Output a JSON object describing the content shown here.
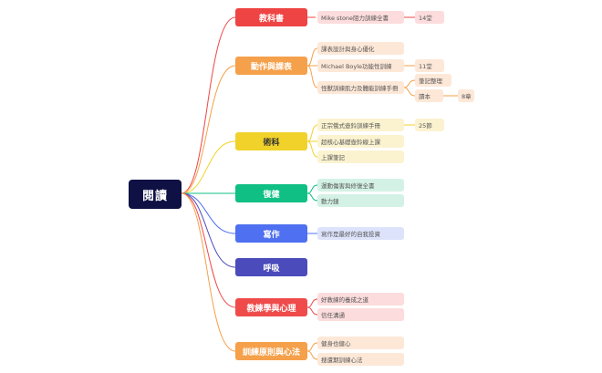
{
  "colors": {
    "root_bg": "#0f1144",
    "textbooks": "#ef4444",
    "movement": "#f5a04a",
    "technique": "#f0d22a",
    "recovery": "#10bf84",
    "writing": "#4f70f0",
    "breathing": "#4b4bbb",
    "coaching": "#ef4b4b",
    "principles": "#f5a04a"
  },
  "root": {
    "label": "閱讀"
  },
  "branches": {
    "textbooks": {
      "label": "教科書",
      "items": [
        {
          "label": "Mike stone阻力訓練全書",
          "sub": "14堂"
        }
      ]
    },
    "movement": {
      "label": "動作與課表",
      "items": [
        {
          "label": "課表設計與身心優化"
        },
        {
          "label": "Michael Boyle功能性訓練",
          "sub": "11堂"
        },
        {
          "label": "怪獸訓練肌力及體能訓練手冊",
          "sub1": "筆記整理",
          "sub2": "讀本",
          "sub2_child": "8章"
        }
      ]
    },
    "technique": {
      "label": "術科",
      "items": [
        {
          "label": "正宗俄式壺鈴訓練手冊",
          "sub": "25節"
        },
        {
          "label": "超核心基礎壺鈴線上課"
        },
        {
          "label": "上課筆記"
        }
      ]
    },
    "recovery": {
      "label": "復健",
      "items": [
        {
          "label": "運動傷害與修復全書"
        },
        {
          "label": "動力鏈"
        }
      ]
    },
    "writing": {
      "label": "寫作",
      "items": [
        {
          "label": "寫作是最好的自我投資"
        }
      ]
    },
    "breathing": {
      "label": "呼吸"
    },
    "coaching": {
      "label": "教練學與心理",
      "items": [
        {
          "label": "好教練的養成之道"
        },
        {
          "label": "信任溝通"
        }
      ]
    },
    "principles": {
      "label": "訓練原則與心法",
      "items": [
        {
          "label": "健身也健心"
        },
        {
          "label": "搜遭期訓練心法"
        }
      ]
    }
  }
}
